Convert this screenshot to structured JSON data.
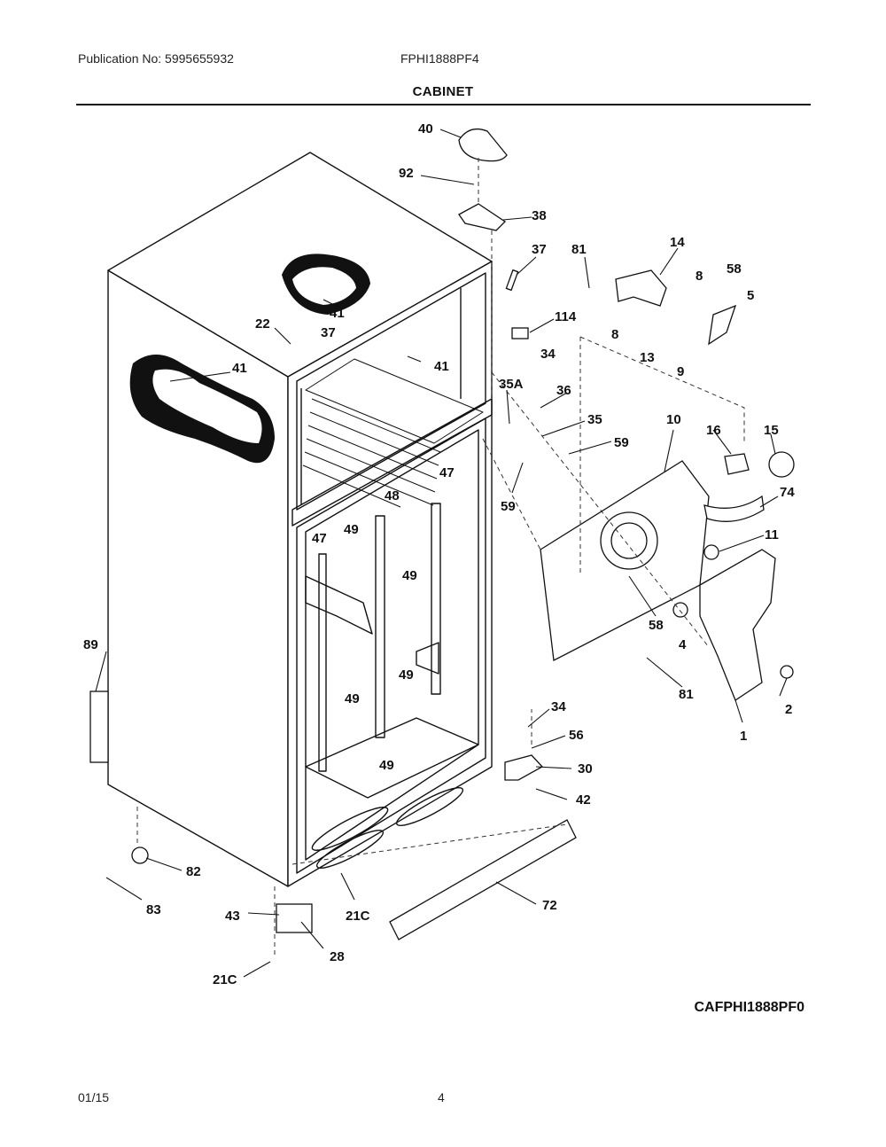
{
  "header": {
    "publication": "Publication No: 5995655932",
    "model": "FPHI1888PF4",
    "section_title": "CABINET"
  },
  "diagram": {
    "callouts": [
      "40",
      "92",
      "38",
      "37",
      "81",
      "14",
      "8",
      "58",
      "5",
      "41",
      "22",
      "37",
      "114",
      "41",
      "8",
      "13",
      "9",
      "41",
      "34",
      "35A",
      "36",
      "35",
      "59",
      "10",
      "16",
      "15",
      "59",
      "47",
      "48",
      "74",
      "49",
      "11",
      "47",
      "49",
      "58",
      "4",
      "89",
      "49",
      "81",
      "2",
      "49",
      "1",
      "49",
      "34",
      "56",
      "30",
      "49",
      "42",
      "82",
      "83",
      "72",
      "43",
      "21C",
      "28",
      "21C"
    ]
  },
  "footer": {
    "diagram_code": "CAFPHI1888PF0",
    "date": "01/15",
    "page_number": "4"
  }
}
